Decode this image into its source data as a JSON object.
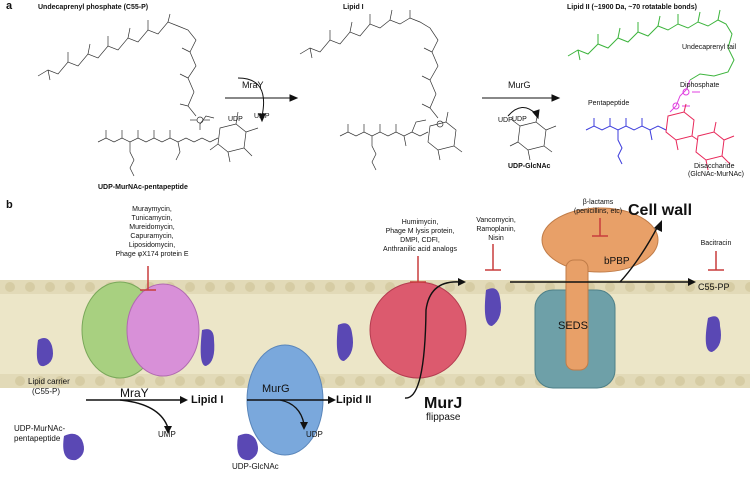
{
  "panel_a": {
    "letter": "a",
    "c55p_title": "Undecaprenyl phosphate (C55-P)",
    "lipid1_title": "Lipid I",
    "lipid2_title": "Lipid II (~1900 Da, ~70 rotatable bonds)",
    "mray": "MraY",
    "ump": "UMP",
    "udp_in": "UDP",
    "udp_murnac": "UDP-MurNAc-pentapeptide",
    "murg": "MurG",
    "udp_out": "UDP",
    "udp_glcnac": "UDP-GlcNAc",
    "undecaprenyl_tail": "Undecaprenyl tail",
    "diphosphate": "Diphosphate",
    "pentapeptide": "Pentapeptide",
    "disaccharide": "Disaccharide",
    "disaccharide_sub": "(GlcNAc-MurNAc)"
  },
  "panel_b": {
    "letter": "b",
    "mray_inhibitors": [
      "Muraymycin,",
      "Tunicamycin,",
      "Mureidomycin,",
      "Capuramycin,",
      "Liposidomycin,",
      "Phage φX174 protein E"
    ],
    "murj_inhibitors": [
      "Humimycin,",
      "Phage M lysis protein,",
      "DMPI, CDFI,",
      "Anthranilic acid analogs"
    ],
    "lipid2_inhibitors": [
      "Vancomycin,",
      "Ramoplanin,",
      "Nisin"
    ],
    "blactam": [
      "β-lactams",
      "(penicillins, etc)"
    ],
    "cell_wall": "Cell wall",
    "bacitracin": "Bacitracin",
    "bpbp": "bPBP",
    "seds": "SEDS",
    "c55pp": "C55-PP",
    "lipid_carrier": [
      "Lipid carrier",
      "(C55-P)"
    ],
    "mray": "MraY",
    "lipid1": "Lipid I",
    "murg": "MurG",
    "lipid2": "Lipid II",
    "murj": "MurJ",
    "flippase": "flippase",
    "ump": "UMP",
    "udp": "UDP",
    "udp_murnac": [
      "UDP-MurNAc-",
      "pentapeptide"
    ],
    "udp_glcnac": "UDP-GlcNAc"
  },
  "colors": {
    "tail": "#3cb43c",
    "diphosphate": "#e040e0",
    "pentapeptide": "#3c3cdc",
    "disaccharide": "#e8285a",
    "mray_green": "#a8d080",
    "mray_pink": "#d890d8",
    "murg": "#7aa8dc",
    "murj": "#dc5a6e",
    "bpbp": "#e8a068",
    "seds": "#6ea0a8",
    "lipid": "#5a48b4",
    "inhibit": "#c83c3c",
    "membrane": "#ece6c8"
  }
}
